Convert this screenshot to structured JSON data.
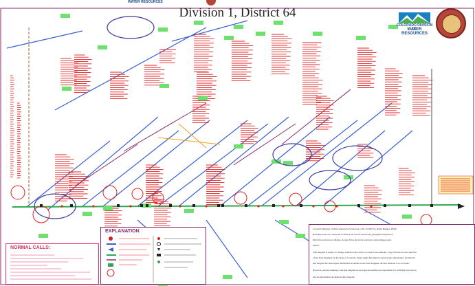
{
  "title": "Division 1, District 64",
  "logo": {
    "line1": "COLORADO DIVISION OF",
    "line2": "WATER RESOURCES",
    "top_fragment": "WATER RESOURCES"
  },
  "explanation": {
    "heading": "EXPLANATION"
  },
  "normal_calls": {
    "heading": "NORMAL CALLS:"
  },
  "notes": {
    "lines": [
      "Colorado Division of Water Resources   Version as of 05-15-2007 by David Hughes, DWR",
      "Recharge areas are connected to ditches but are not necessarily geographically placed.",
      "Ditch flows shown on ditches, storage flows shown in reservoirs and recharge areas.",
      "NOTE:",
      "This diagram is subject to change without notice and is a contract and authentic copy from the records and files",
      "of the State Engineer by the State of Colorado. Water rights information and structure information included in",
      "this diagram are based upon information available to the State Engineer and are believed to be accurate.",
      "However, persons seeking to use this diagram in any legal proceeding are responsible for verifying its accuracy",
      "and are information included in this diagram."
    ]
  },
  "colors": {
    "river": "#2fa84f",
    "ditch": "#3a5fd0",
    "label_red": "#e02020",
    "tag_green": "#6ee06e",
    "accent_purple": "#8a2a6a"
  }
}
